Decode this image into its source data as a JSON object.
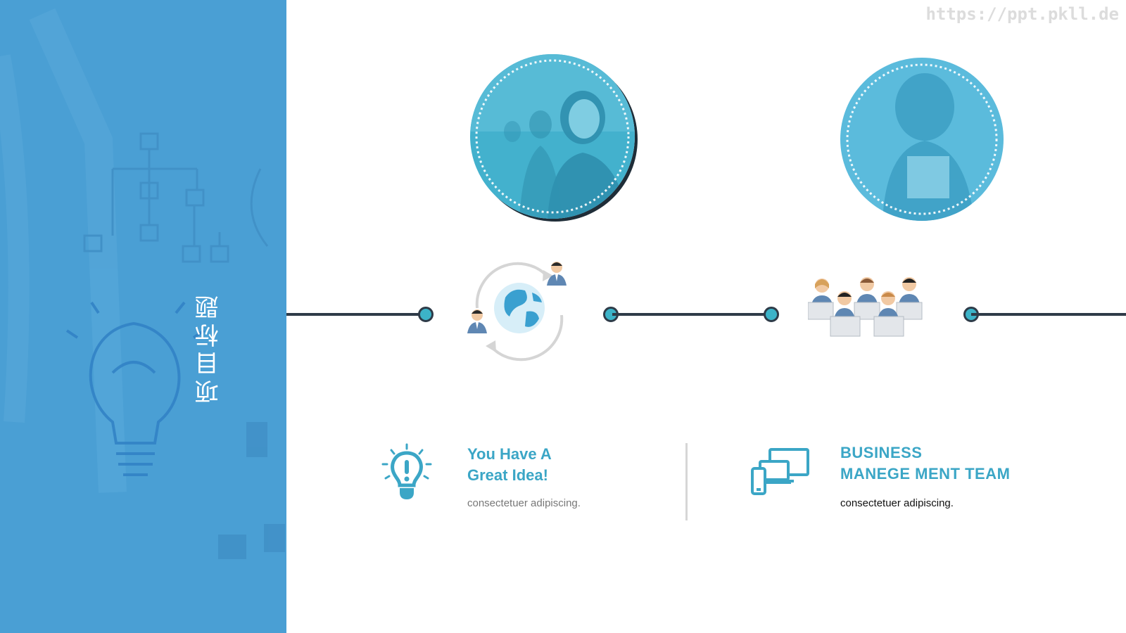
{
  "watermark": "https://ppt.pkll.de",
  "side_panel": {
    "title": "项目标题",
    "color": "#4a9fd4"
  },
  "timeline": {
    "line_color": "#2e3b48",
    "dot_color": "#3cb3c8"
  },
  "photos": [
    {
      "subject": "call-center-agents",
      "tint": "#3cb3d0"
    },
    {
      "subject": "smiling-man-thank-you-shirt",
      "tint": "#3cb3d0"
    }
  ],
  "icons": {
    "global_network": "global-exchange-icon",
    "team": "support-team-icon",
    "idea": "lightbulb-icon",
    "devices": "multi-device-icon"
  },
  "blocks": [
    {
      "title_lines": [
        "You Have A",
        "Great Idea!"
      ],
      "text": "consectetuer adipiscing."
    },
    {
      "title_lines": [
        "BUSINESS",
        "MANEGE MENT TEAM"
      ],
      "text": "consectetuer adipiscing."
    }
  ],
  "colors": {
    "accent": "#3ba6c6",
    "muted_text": "#777777",
    "dark_text": "#111111"
  }
}
